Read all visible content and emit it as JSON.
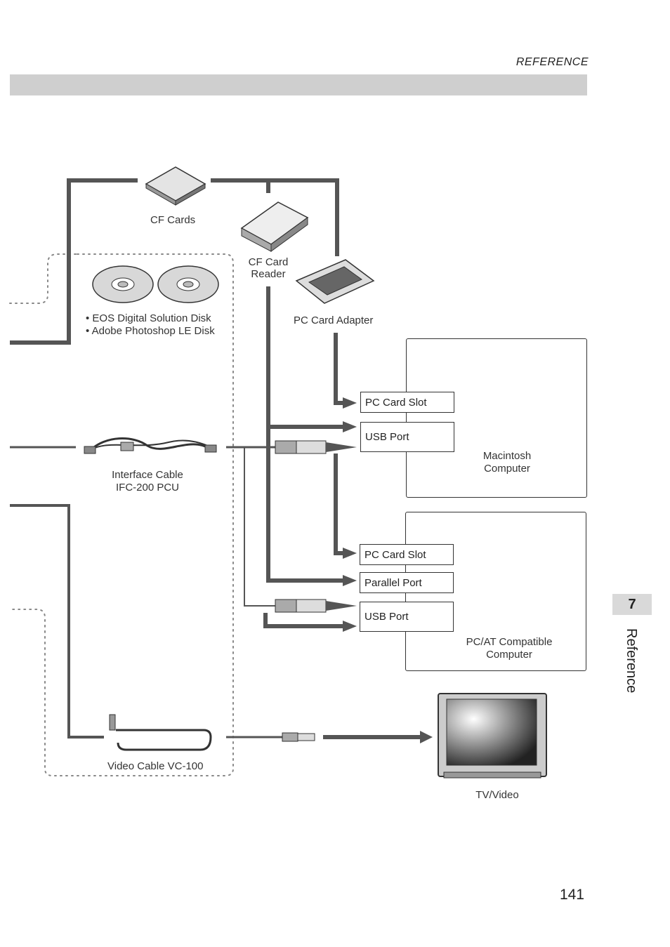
{
  "header": {
    "section_label": "REFERENCE"
  },
  "items": {
    "cf_cards": "CF Cards",
    "cf_card_reader": "CF Card\nReader",
    "pc_card_adapter": "PC Card Adapter",
    "disk_1": "• EOS Digital Solution Disk",
    "disk_2": "• Adobe Photoshop LE Disk",
    "interface_cable_1": "Interface Cable",
    "interface_cable_2": "IFC-200 PCU",
    "video_cable": "Video Cable VC-100",
    "tv": "TV/Video"
  },
  "mac": {
    "ports": [
      "PC Card Slot",
      "USB Port"
    ],
    "label_1": "Macintosh",
    "label_2": "Computer"
  },
  "pc": {
    "ports": [
      "PC Card Slot",
      "Parallel Port",
      "USB Port"
    ],
    "label_1": "PC/AT Compatible",
    "label_2": "Computer"
  },
  "side_tab": {
    "number": "7",
    "title": "Reference"
  },
  "page_number": "141",
  "colors": {
    "connector_line": "#555555",
    "header_bar": "#cfcfcf",
    "dotted_outline": "#888888"
  }
}
